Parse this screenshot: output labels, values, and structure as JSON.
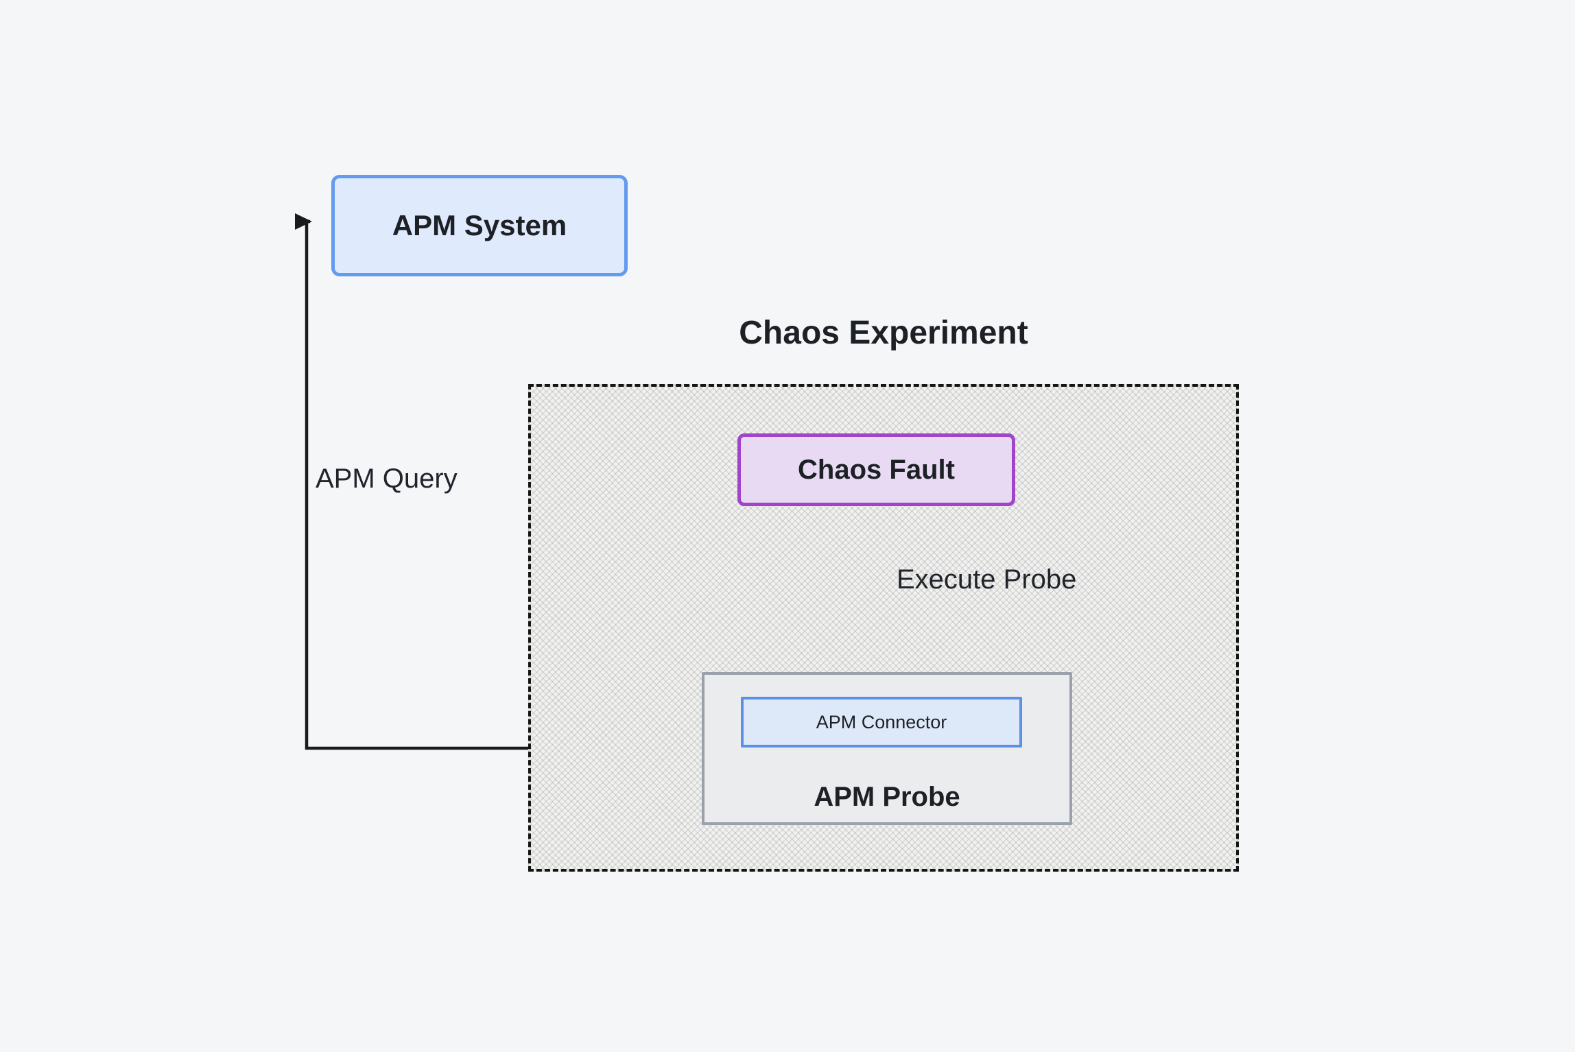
{
  "diagram": {
    "title": "Chaos Experiment",
    "background": "#f4f6f8",
    "container": {
      "border_color": "#141414",
      "border_style": "dashed",
      "fill_pattern": "gray-crosshatch"
    },
    "nodes": {
      "apm_system": {
        "label": "APM System",
        "fill": "#dfeafc",
        "border": "#639bee"
      },
      "chaos_fault": {
        "label": "Chaos Fault",
        "fill": "#e8daf2",
        "border": "#a044cb"
      },
      "apm_probe": {
        "label": "APM Probe",
        "fill": "#eaecee",
        "border": "#9aa1ab"
      },
      "apm_connector": {
        "label": "APM Connector",
        "fill": "#dde9f9",
        "border": "#5c90e8"
      }
    },
    "edges": {
      "execute_probe": {
        "label": "Execute Probe",
        "color": "#1a1a1a",
        "from": "chaos_fault",
        "to": "apm_probe"
      },
      "apm_query": {
        "label": "APM Query",
        "color": "#1a1a1a",
        "from": "apm_probe",
        "to": "apm_system"
      }
    }
  }
}
